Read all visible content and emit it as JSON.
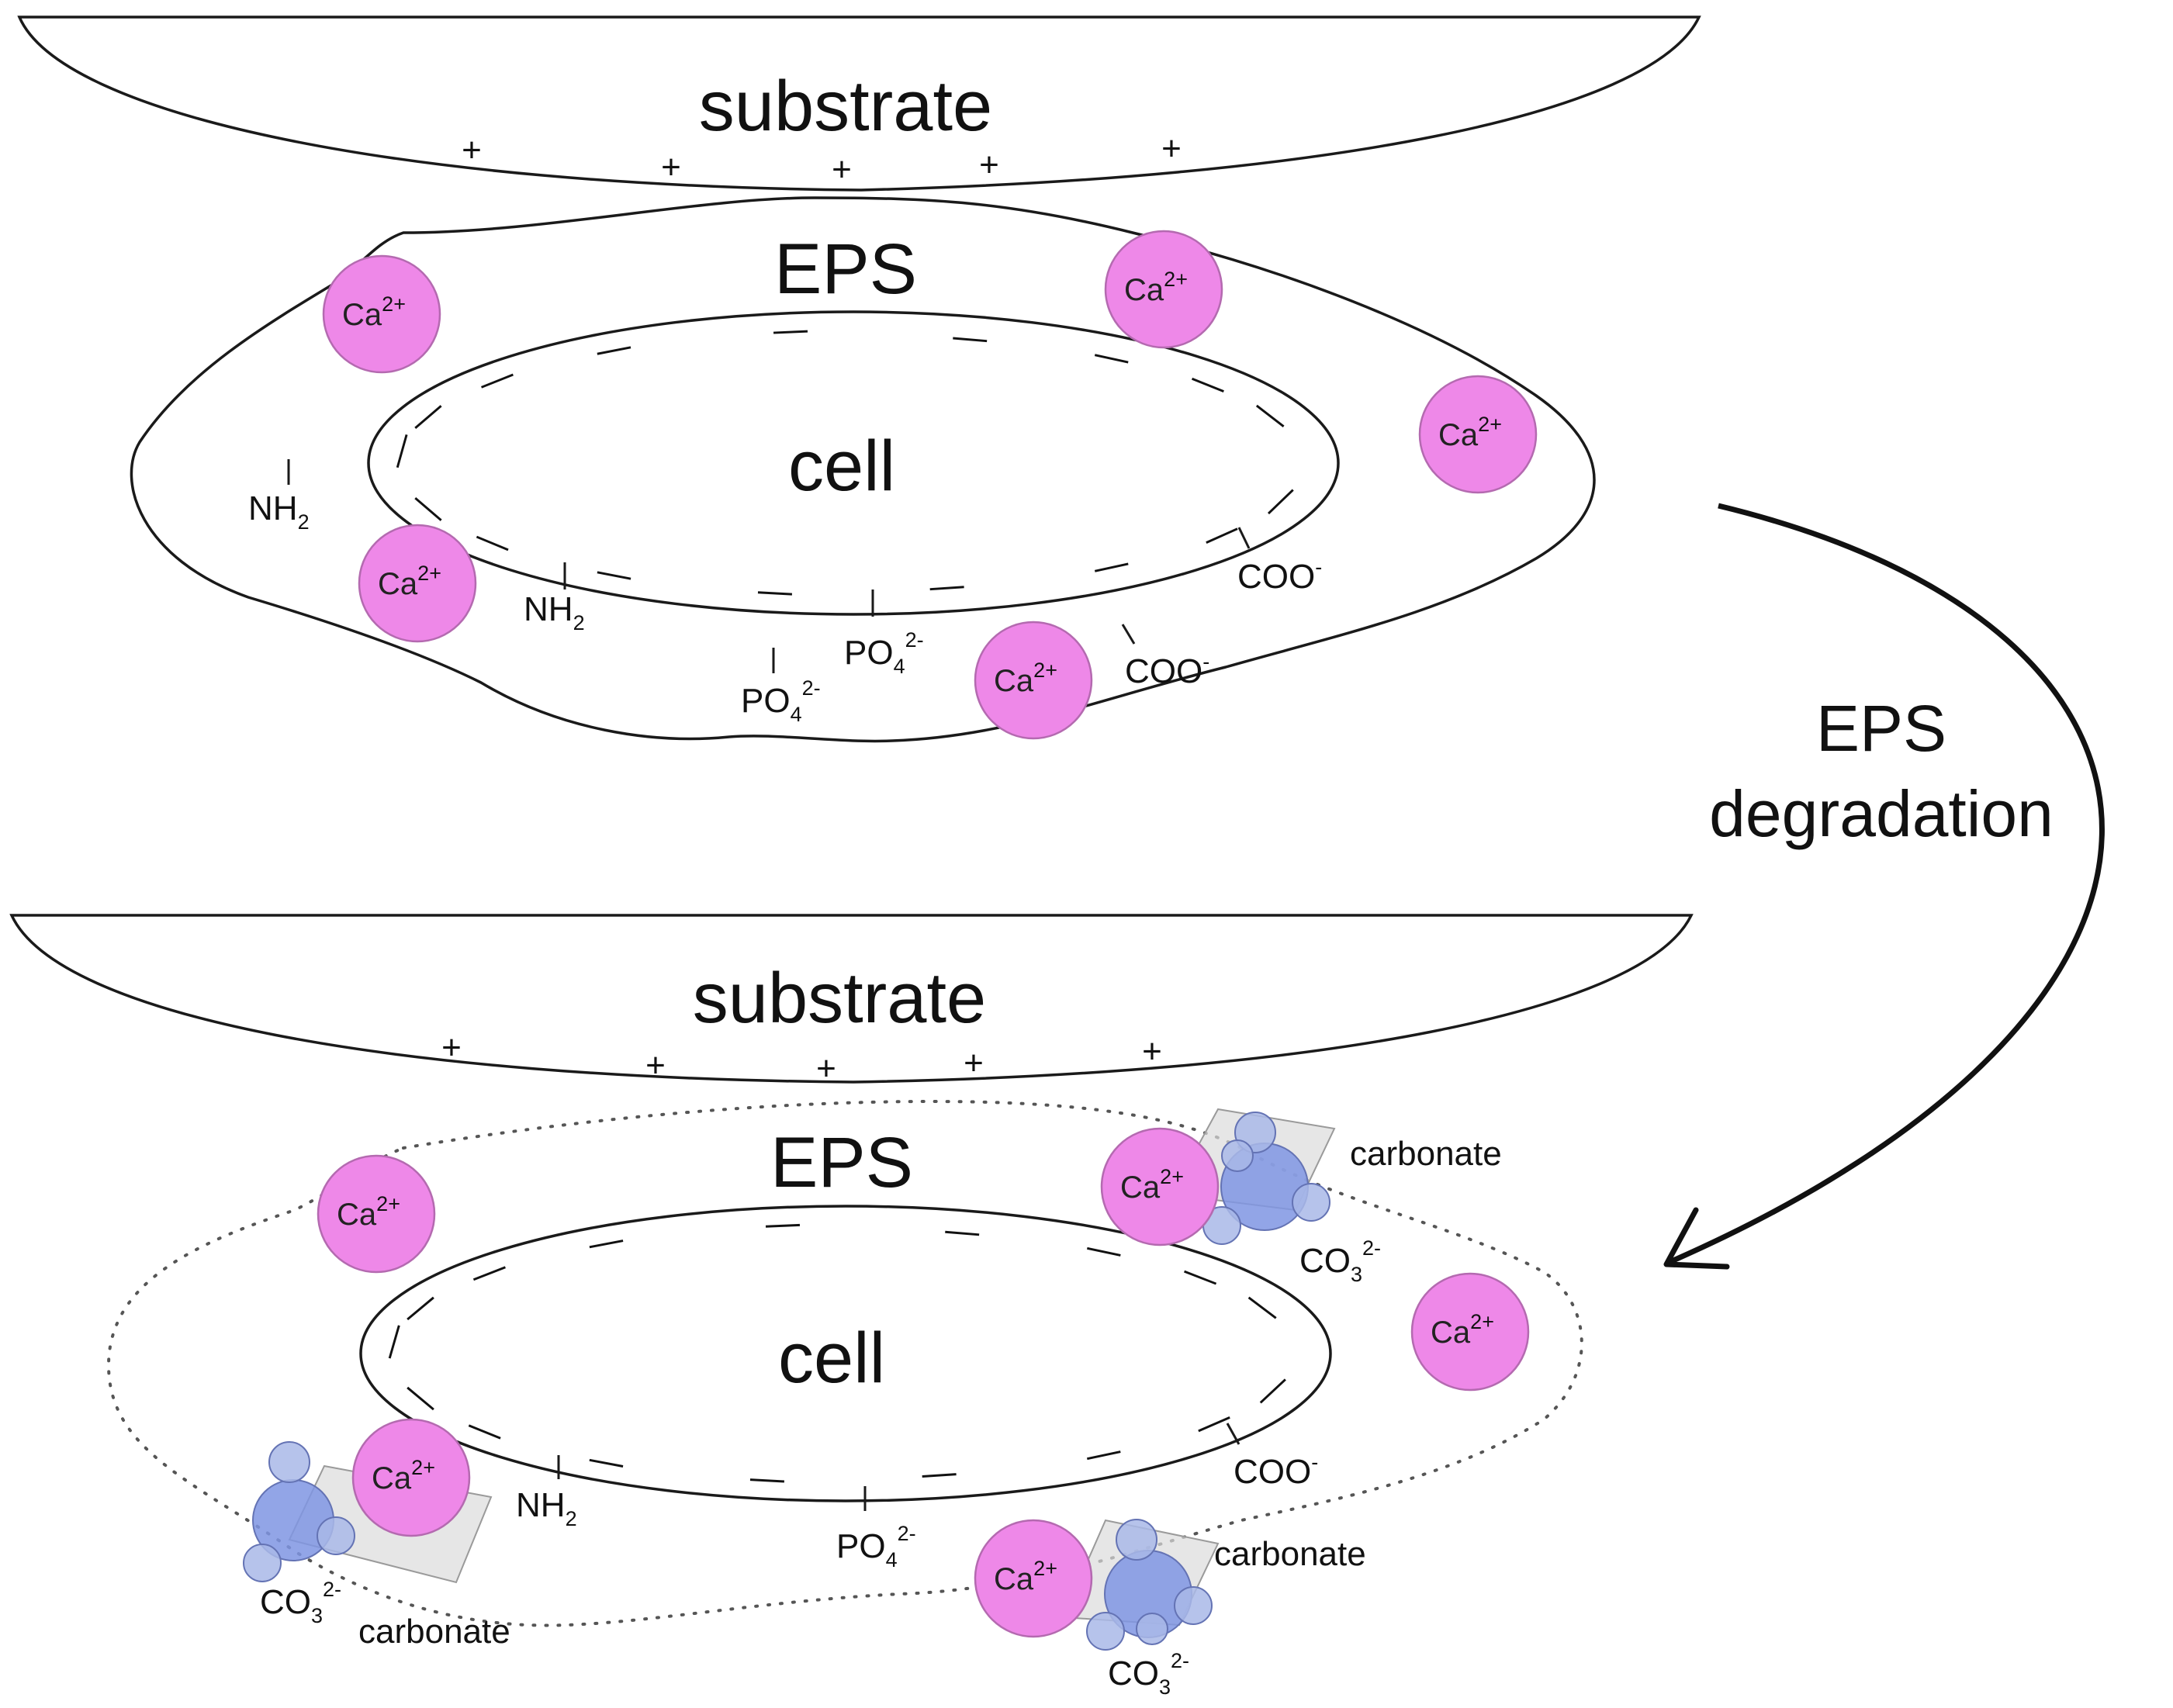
{
  "top": {
    "substrate": "substrate",
    "eps": "EPS",
    "cell": "cell",
    "plus": "+",
    "minus": "—",
    "ca_base": "Ca",
    "ca_charge": "2+",
    "nh2_base": "NH",
    "nh2_sub": "2",
    "po4_base": "PO",
    "po4_sub": "4",
    "po4_charge": "2-",
    "coo_base": "COO",
    "coo_charge": "-"
  },
  "arrow": {
    "line1": "EPS",
    "line2": "degradation"
  },
  "bottom": {
    "substrate": "substrate",
    "eps": "EPS",
    "cell": "cell",
    "plus": "+",
    "minus": "—",
    "ca_base": "Ca",
    "ca_charge": "2+",
    "nh2_base": "NH",
    "nh2_sub": "2",
    "po4_base": "PO",
    "po4_sub": "4",
    "po4_charge": "2-",
    "coo_base": "COO",
    "coo_charge": "-",
    "co3_base": "CO",
    "co3_sub": "3",
    "co3_charge": "2-",
    "carbonate": "carbonate"
  },
  "colors": {
    "calcium_fill": "#ee88e8",
    "calcium_stroke": "#b46ab0",
    "carbonate_blue": "#7f95e3",
    "carbonate_light_blue": "#a9b8e8",
    "crystal_fill": "#dcdcdc"
  }
}
